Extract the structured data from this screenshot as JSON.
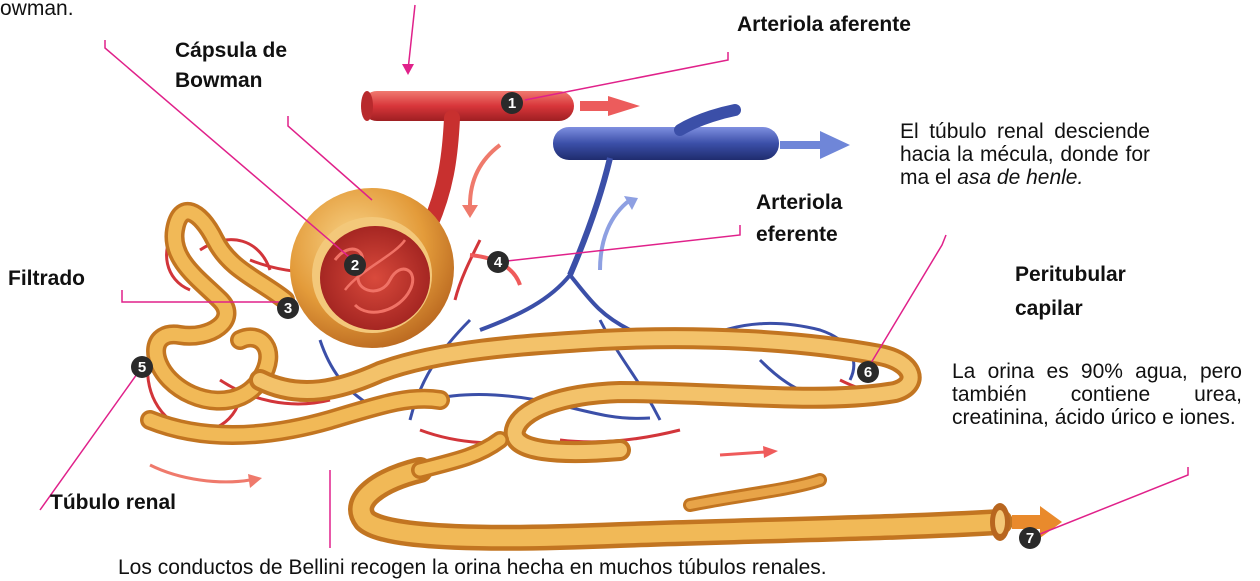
{
  "labels": {
    "bowman_cut": "owman.",
    "arteriola_aferente": "Arteriola aferente",
    "capsula_line1": "Cápsula de",
    "capsula_line2": "Bowman",
    "arteriola_eferente_line1": "Arteriola",
    "arteriola_eferente_line2": "eferente",
    "filtrado": "Filtrado",
    "peritubular_line1": "Peritubular",
    "peritubular_line2": "capilar",
    "tubulo_renal": "Túbulo renal"
  },
  "notes": {
    "henle_prefix": "El túbulo renal desciende hacia la mécula, donde for ma el",
    "henle_italic": "asa de henle.",
    "orina": "La orina es 90% agua, pero también contiene urea, creatinina, ácido úrico e iones.",
    "bellini": "Los conductos de Bellini recogen la orina hecha en muchos túbulos renales."
  },
  "markers": [
    "1",
    "2",
    "3",
    "4",
    "5",
    "6",
    "7"
  ],
  "colors": {
    "leader_line": "#e0218a",
    "artery": "#d8363a",
    "vein": "#3b4fa8",
    "tubule": "#e7a53c",
    "tubule_highlight": "#f8d485",
    "marker_fill": "#2a2a2a"
  }
}
